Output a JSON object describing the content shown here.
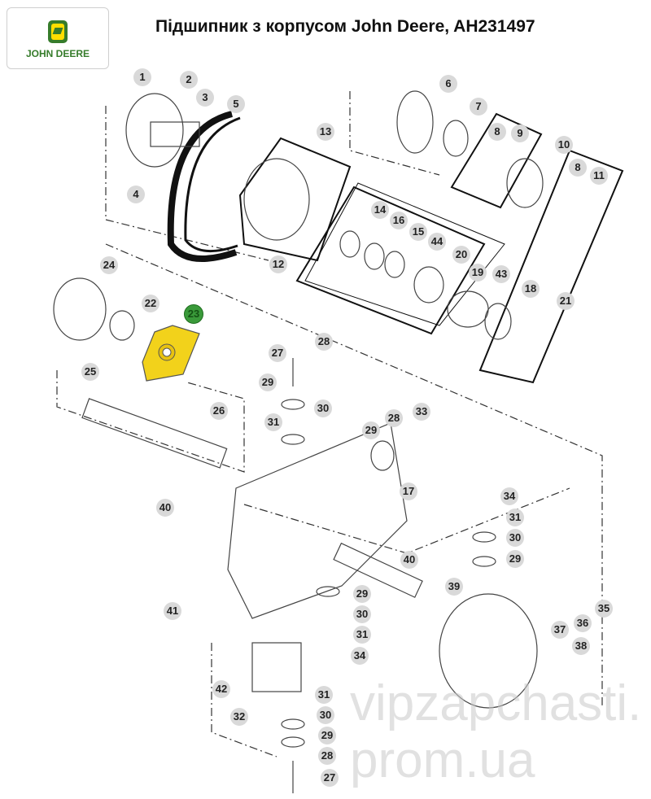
{
  "header": {
    "title": "Підшипник з корпусом John Deere, AH231497",
    "logo_text": "JOHN DEERE"
  },
  "colors": {
    "highlight": "#f2d21b",
    "brand_green": "#367c2b",
    "brand_yellow": "#ffde00"
  },
  "callouts": [
    "1",
    "2",
    "3",
    "5",
    "6",
    "7",
    "8",
    "9",
    "10",
    "8",
    "11",
    "4",
    "13",
    "14",
    "16",
    "15",
    "44",
    "12",
    "20",
    "19",
    "43",
    "18",
    "21",
    "24",
    "22",
    "23",
    "25",
    "26",
    "27",
    "28",
    "29",
    "30",
    "31",
    "29",
    "28",
    "33",
    "17",
    "40",
    "34",
    "31",
    "30",
    "29",
    "40",
    "39",
    "41",
    "29",
    "30",
    "31",
    "34",
    "36",
    "35",
    "37",
    "38",
    "42",
    "31",
    "30",
    "29",
    "28",
    "32",
    "27"
  ],
  "highlighted_part": "23",
  "watermark": "vipzapchasti.prom.ua"
}
